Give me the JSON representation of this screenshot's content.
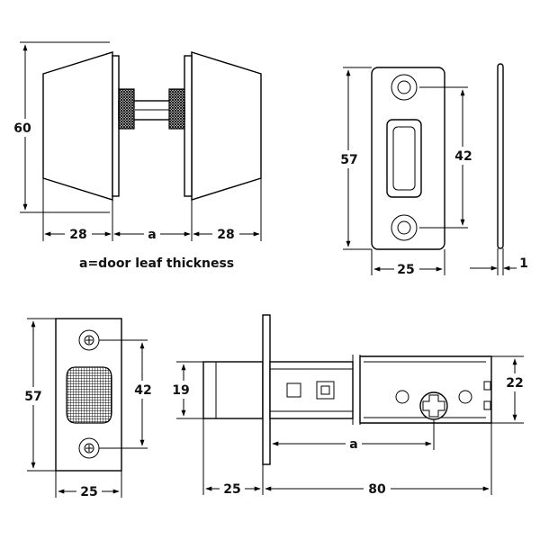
{
  "knob_set": {
    "height": "60",
    "left_width": "28",
    "gap": "a",
    "right_width": "28",
    "caption": "a=door leaf thickness"
  },
  "strike_plate": {
    "height": "57",
    "hole_spacing": "42",
    "width": "25",
    "thickness": "1"
  },
  "latch_plate": {
    "height": "57",
    "hole_spacing": "42",
    "width": "25"
  },
  "latch_body": {
    "bolt_height": "19",
    "case_height": "22",
    "backset_label": "a",
    "bolt_projection": "25",
    "length": "80"
  },
  "colors": {
    "line": "#000000",
    "background": "#ffffff"
  }
}
